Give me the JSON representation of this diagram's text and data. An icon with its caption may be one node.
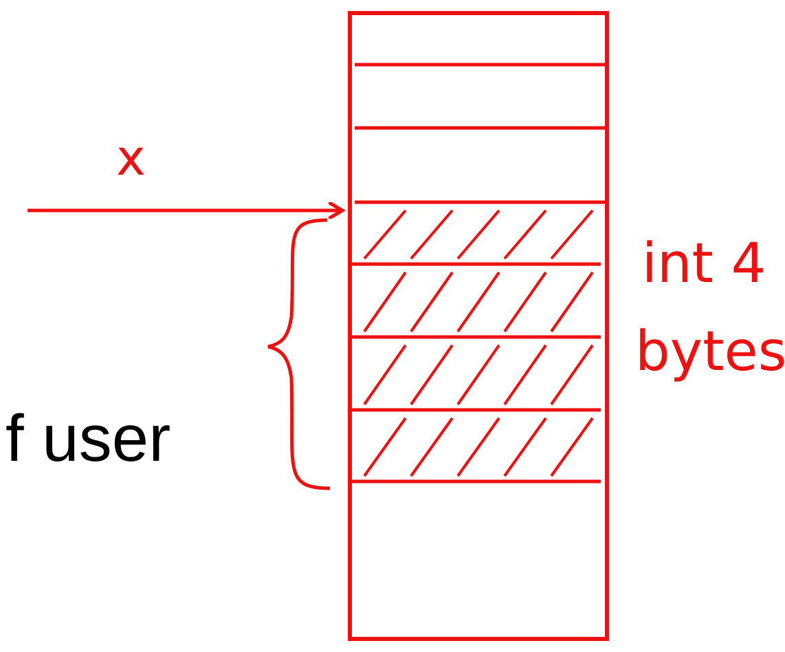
{
  "diagram": {
    "nodes": [
      {
        "text": [],
        "shape": "box"
      },
      {
        "text": [],
        "shape": "box",
        "in": 0,
        "beside": [
          "int 4 bytes"
        ]
      }
    ],
    "edges": [
      {
        "from": null,
        "to": 1,
        "arrow": "to",
        "label": "x"
      }
    ],
    "labels": [
      "f user"
    ]
  }
}
